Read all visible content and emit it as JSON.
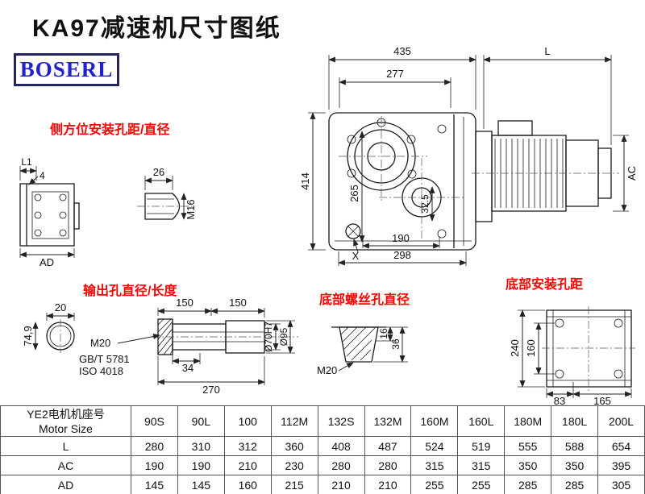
{
  "title": "KA97减速机尺寸图纸",
  "logo": {
    "text": "BOSERL"
  },
  "labels": {
    "side_mount": "侧方位安装孔距/直径",
    "output_hole": "输出孔直径/长度",
    "bottom_screw": "底部螺丝孔直径",
    "bottom_mount": "底部安装孔距"
  },
  "colors": {
    "annotation": "#ff0000",
    "logo_text": "#2222cc",
    "line": "#1a1a1a"
  },
  "dims": {
    "d435": "435",
    "dL": "L",
    "d277": "277",
    "d414": "414",
    "d265": "265",
    "d325": "32.5",
    "d190": "190",
    "d298": "298",
    "dX": "X",
    "dAC": "AC",
    "sL1": "L1",
    "s4": "4",
    "sAD": "AD",
    "sh26": "26",
    "shM16": "M16",
    "o20": "20",
    "o749": "74,9",
    "o150a": "150",
    "o150b": "150",
    "oM20": "M20",
    "oGB": "GB/T 5781",
    "oISO": "ISO 4018",
    "o34": "34",
    "o270": "270",
    "oD70": "Ø70H7",
    "oD95": "Ø95",
    "sc16": "16",
    "sc36": "36",
    "scM20": "M20",
    "b240": "240",
    "b160": "160",
    "b83": "83",
    "b165": "165"
  },
  "table": {
    "header": {
      "line1": "YE2电机机座号",
      "line2": "Motor Size"
    },
    "columns": [
      "90S",
      "90L",
      "100",
      "112M",
      "132S",
      "132M",
      "160M",
      "160L",
      "180M",
      "180L",
      "200L"
    ],
    "rows": [
      {
        "label": "L",
        "values": [
          "280",
          "310",
          "312",
          "360",
          "408",
          "487",
          "524",
          "519",
          "555",
          "588",
          "654"
        ]
      },
      {
        "label": "AC",
        "values": [
          "190",
          "190",
          "210",
          "230",
          "280",
          "280",
          "315",
          "315",
          "350",
          "350",
          "395"
        ]
      },
      {
        "label": "AD",
        "values": [
          "145",
          "145",
          "160",
          "215",
          "210",
          "210",
          "255",
          "255",
          "285",
          "285",
          "305"
        ]
      }
    ]
  }
}
